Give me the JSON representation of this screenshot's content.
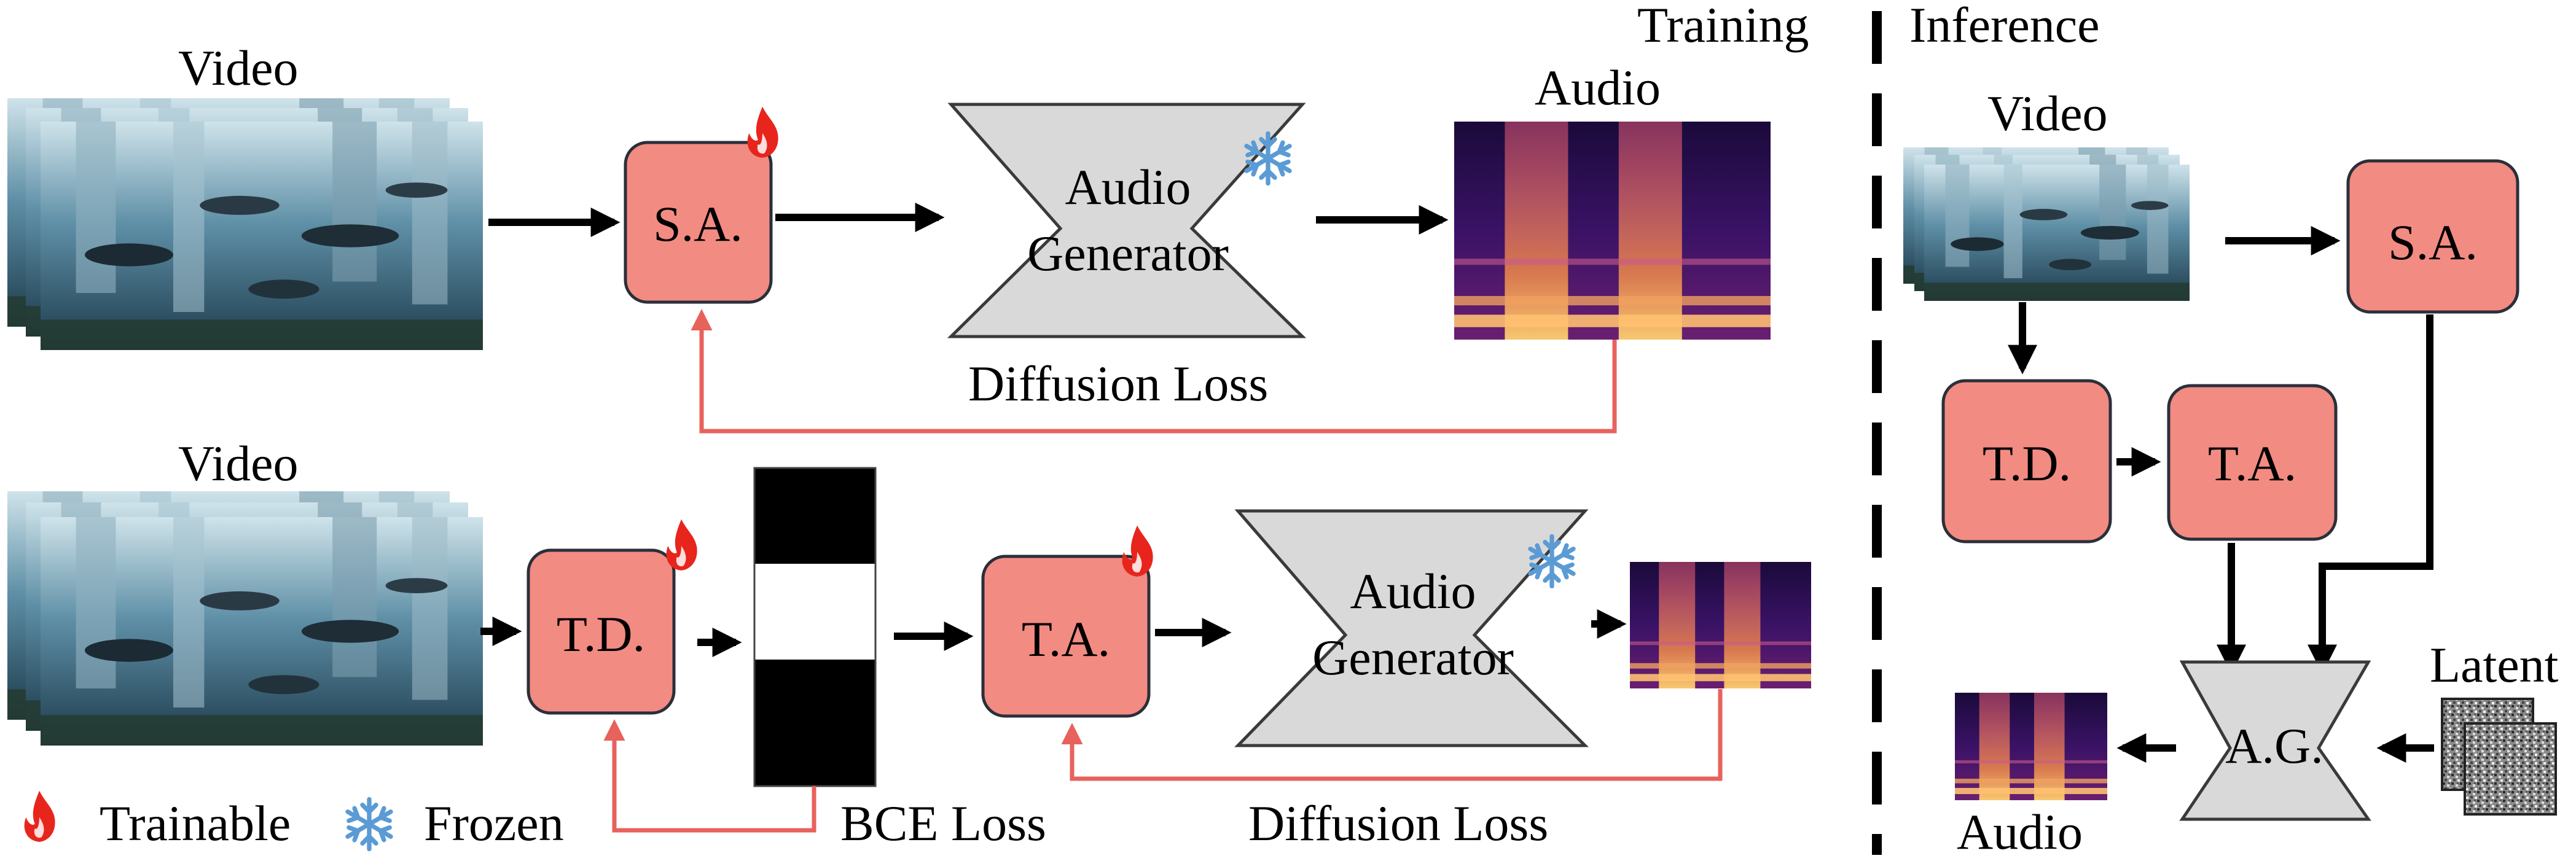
{
  "phases": {
    "training": "Training",
    "inference": "Inference"
  },
  "labels": {
    "video": "Video",
    "audio": "Audio",
    "latent": "Latent"
  },
  "modules": {
    "sa": "S.A.",
    "td": "T.D.",
    "ta": "T.A.",
    "ag": "A.G.",
    "audio_generator_line1": "Audio",
    "audio_generator_line2": "Generator"
  },
  "losses": {
    "diffusion": "Diffusion Loss",
    "bce": "BCE Loss"
  },
  "legend": {
    "trainable": "Trainable",
    "frozen": "Frozen"
  },
  "icons": {
    "trainable": "flame-icon",
    "frozen": "snowflake-icon"
  },
  "colors": {
    "module_fill": "#f28b82",
    "generator_fill": "#d9d9d9",
    "loss_arrow": "#e8625c",
    "flame": "#e8251c",
    "snowflake": "#5b9bd5"
  }
}
